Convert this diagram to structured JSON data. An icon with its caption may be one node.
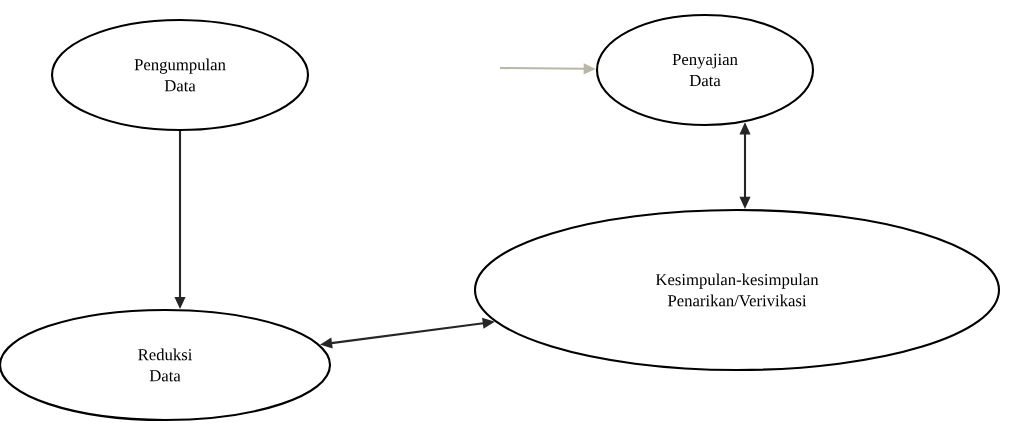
{
  "diagram": {
    "nodes": [
      {
        "text": [
          "Pengumpulan Data"
        ]
      },
      {
        "text": [
          "Penyajian Data"
        ]
      },
      {
        "text": [
          "Reduksi Data"
        ]
      },
      {
        "text": [
          "Kesimpulan-kesimpulan Penarikan/Verivikasi"
        ]
      }
    ],
    "edges": [
      {
        "from": 0,
        "to": 2,
        "arrow": "to"
      },
      {
        "from": 1,
        "to": 3,
        "arrow": "both"
      },
      {
        "from": 2,
        "to": 3,
        "arrow": "both"
      },
      {
        "from": null,
        "to": 1,
        "arrow": "to",
        "color": "#b8b8a8"
      }
    ]
  }
}
